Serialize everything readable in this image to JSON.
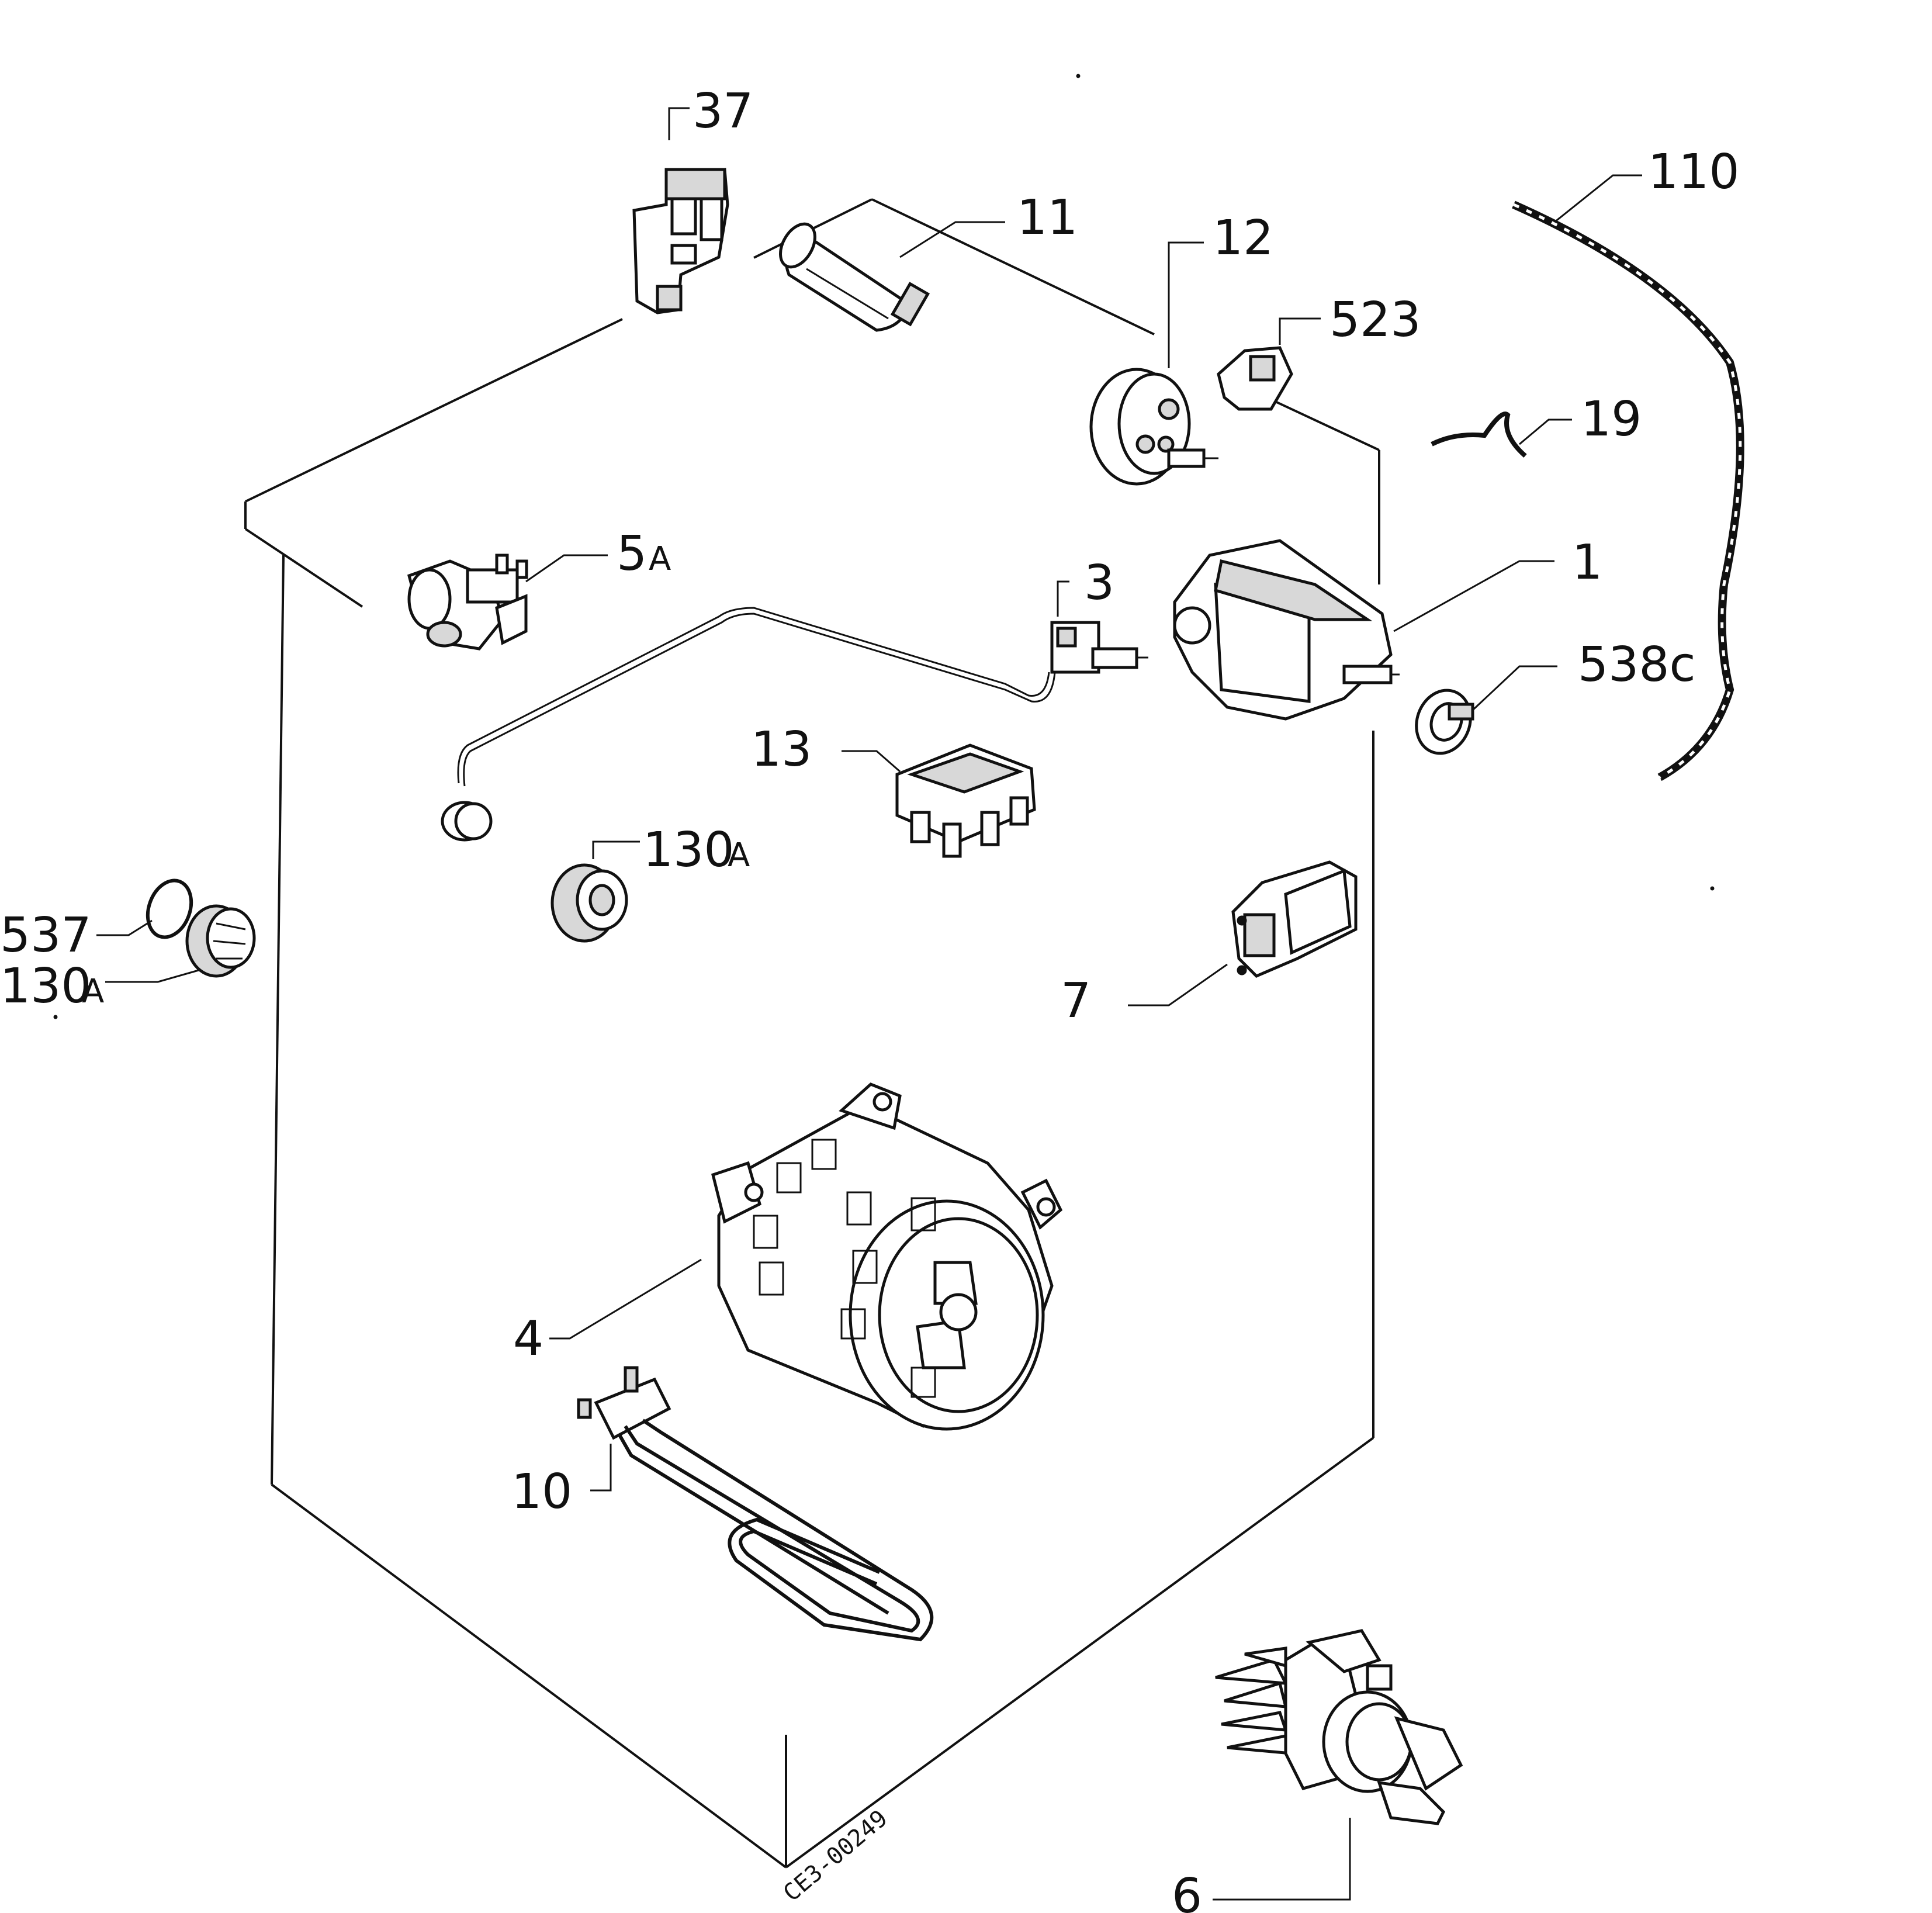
{
  "colors": {
    "line": "#111111",
    "background": "#ffffff"
  },
  "parts": [
    {
      "id": "p37",
      "label": "37"
    },
    {
      "id": "p11",
      "label": "11"
    },
    {
      "id": "p12",
      "label": "12"
    },
    {
      "id": "p523",
      "label": "523"
    },
    {
      "id": "p110",
      "label": "110"
    },
    {
      "id": "p19",
      "label": "19"
    },
    {
      "id": "p5a",
      "label": "5",
      "suffix": "A"
    },
    {
      "id": "p3",
      "label": "3"
    },
    {
      "id": "p1",
      "label": "1"
    },
    {
      "id": "p538c",
      "label": "538c"
    },
    {
      "id": "p13",
      "label": "13"
    },
    {
      "id": "p130a_mid",
      "label": "130",
      "suffix": "A"
    },
    {
      "id": "p537",
      "label": "537"
    },
    {
      "id": "p130a_left",
      "label": "130",
      "suffix": "A"
    },
    {
      "id": "p7",
      "label": "7"
    },
    {
      "id": "p4",
      "label": "4"
    },
    {
      "id": "p10",
      "label": "10"
    },
    {
      "id": "p6",
      "label": "6"
    }
  ],
  "drawing_code": "CE3-00249"
}
